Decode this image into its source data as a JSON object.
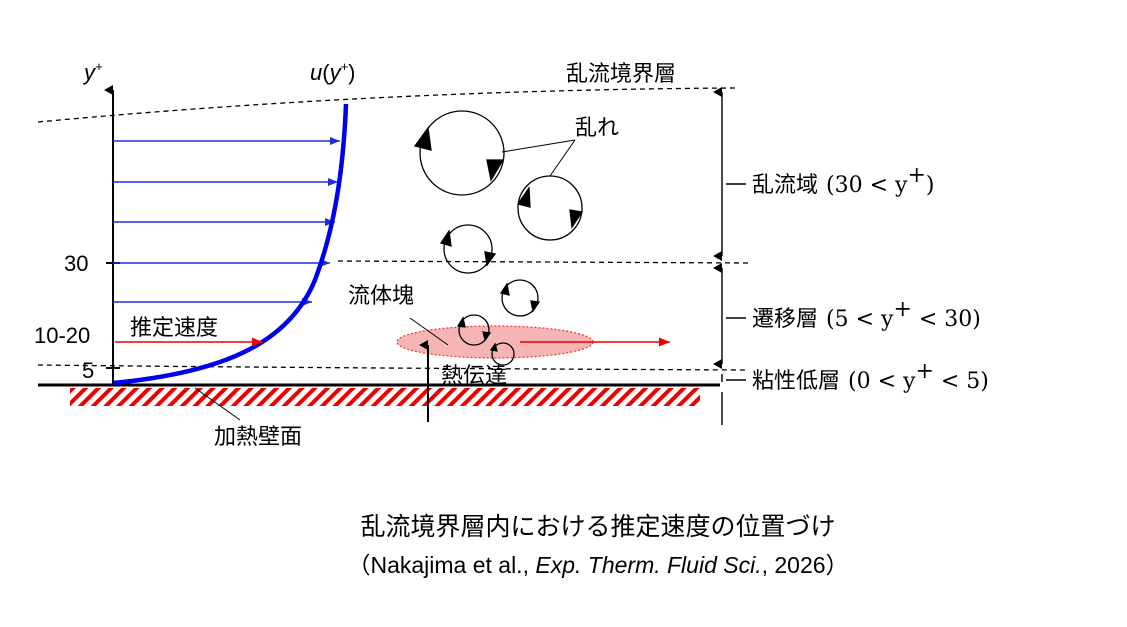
{
  "labels": {
    "y_axis": "y",
    "y_axis_sup": "+",
    "u_label_u": "u",
    "u_label_open": "(",
    "u_label_y": "y",
    "u_label_sup": "+",
    "u_label_close": ")",
    "boundary_layer": "乱流境界層",
    "turbulence": "乱れ",
    "fluid_parcel": "流体塊",
    "estimated_velocity": "推定速度",
    "heat_transfer": "熱伝達",
    "heated_wall": "加熱壁面"
  },
  "ticks": {
    "t30": "30",
    "t10_20": "10-20",
    "t5": "5"
  },
  "regions": {
    "turbulent": {
      "name": "乱流域",
      "math": "(30 < y",
      "sup": "+",
      "tail": ")"
    },
    "transition": {
      "name": "遷移層",
      "math": "(5 < y",
      "sup": "+",
      "tail": " < 30)"
    },
    "viscous": {
      "name": "粘性低層",
      "math": "(0 < y",
      "sup": "+",
      "tail": " < 5)"
    }
  },
  "caption": {
    "title": "乱流境界層内における推定速度の位置づけ",
    "cite_open": "（Nakajima et al., ",
    "cite_journal": "Exp. Therm. Fluid Sci.",
    "cite_close": ", 2026）"
  },
  "colors": {
    "profile": "#0000ee",
    "velocity_arrows": "#1f2fd6",
    "estimated_arrow": "#ee0000",
    "parcel_fill": "#f4a3a3",
    "parcel_stroke": "#ee3333",
    "wall_hatch": "#ee0000"
  },
  "icons": [
    "eddy-icon",
    "arrow-icon"
  ]
}
